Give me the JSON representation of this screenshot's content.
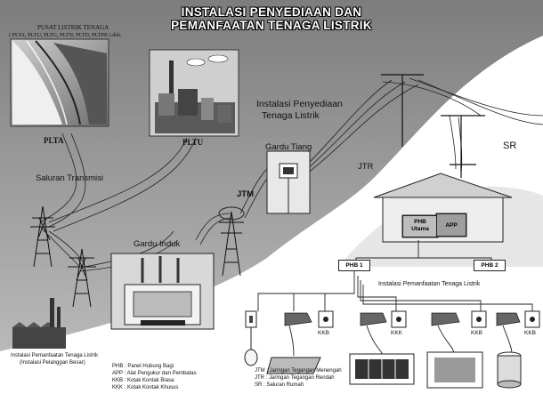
{
  "title_line1": "INSTALASI PENYEDIAAN DAN",
  "title_line2": "PEMANFAATAN TENAGA LISTRIK",
  "pusat_title": "PUSAT LISTRIK TENAGA",
  "pusat_subtitle": "( PLTA,  PLTU, PLTG, PLTN, PLTD, PLTPB  ) dsb.",
  "pltа_label": "PLTA",
  "pltu_label": "PLTU",
  "saluran_transmisi": "Saluran Transmisi",
  "gardu_induk": "Gardu Induk",
  "jtm": "JTM",
  "jtr": "JTR",
  "gardu_tiang": "Gardu Tiang",
  "instalasi_penyediaan_1": "Instalasi Penyediaan",
  "instalasi_penyediaan_2": "Tenaga Listrik",
  "sr": "SR",
  "phb_utama_1": "PHB",
  "phb_utama_2": "Utama",
  "app": "APP",
  "phb1": "PHB 1",
  "phb2": "PHB 2",
  "instalasi_pemanfaatan": "Instalasi Pemanfaatan Tenaga Listrik",
  "pelanggan_besar_1": "Instalasi Pemanfaatan Tenaga Listrik",
  "pelanggan_besar_2": "(Instalasi Pelanggan Besar)",
  "kkb": "KKB",
  "kkk": "KKK",
  "legend_left": [
    "PHB : Panel Hubung Bagi",
    "APP : Alat Pengukur dan Pembatas",
    "KKB : Kotak Kontak Biasa",
    "KKK : Kotak Kontak Khusus"
  ],
  "legend_right": [
    "JTM : Jaringan Tegangan Menengah",
    "JTR  : Jaringan Tegangan Rendah",
    "SR   : Saluran Rumah"
  ],
  "colors": {
    "background": "#ffffff",
    "sky_gray": "#9a9a9a",
    "light_gray": "#cfcfcf",
    "dark": "#1a1a1a"
  }
}
